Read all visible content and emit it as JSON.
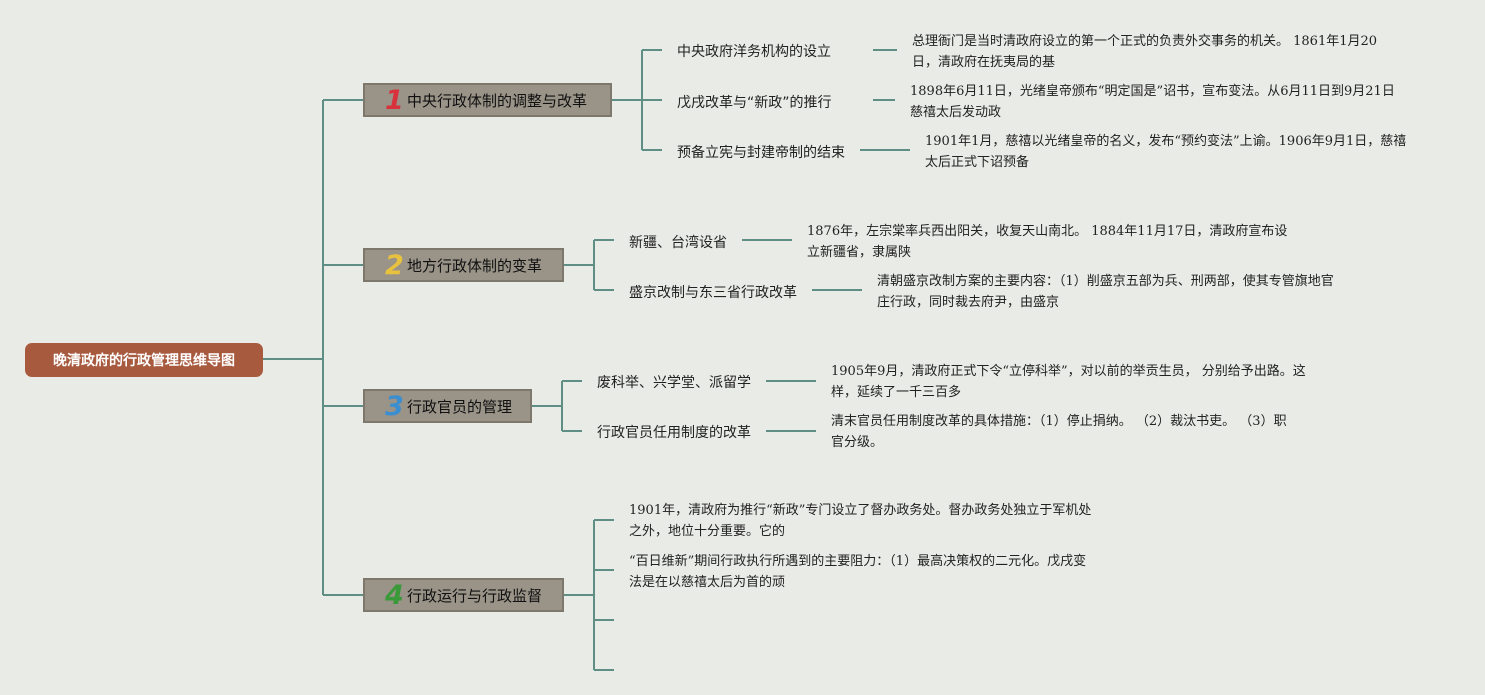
{
  "mindmap": {
    "root": "晚清政府的行政管理思维导图",
    "colors": {
      "line": "#5f8f84",
      "root": "#a85a3e",
      "branch": "#999388"
    },
    "branches": [
      {
        "num": "1",
        "num_color": "#d8333c",
        "title": "中央行政体制的调整与改革",
        "children": [
          {
            "label": "中央政府洋务机构的设立",
            "detail": [
              "总理衙门是当时清政府设立的第一个正式的负责外交事务的机关。 1861年1月20",
              "日，清政府在抚夷局的基"
            ]
          },
          {
            "label": "戊戌改革与“新政”的推行",
            "detail": [
              "1898年6月11日，光绪皇帝颁布“明定国是”诏书，宣布变法。从6月11日到9月21日",
              "慈禧太后发动政"
            ]
          },
          {
            "label": "预备立宪与封建帝制的结束",
            "detail": [
              "1901年1月，慈禧以光绪皇帝的名义，发布“预约变法”上谕。1906年9月1日，慈禧",
              "太后正式下诏预备"
            ]
          }
        ]
      },
      {
        "num": "2",
        "num_color": "#e8c23f",
        "title": "地方行政体制的变革",
        "children": [
          {
            "label": "新疆、台湾设省",
            "detail": [
              "1876年，左宗棠率兵西出阳关，收复天山南北。 1884年11月17日，清政府宣布设",
              "立新疆省，隶属陕"
            ]
          },
          {
            "label": "盛京改制与东三省行政改革",
            "detail": [
              "清朝盛京改制方案的主要内容：（1）削盛京五部为兵、刑两部，使其专管旗地官",
              "庄行政，同时裁去府尹，由盛京"
            ]
          }
        ]
      },
      {
        "num": "3",
        "num_color": "#3b8ed0",
        "title": "行政官员的管理",
        "children": [
          {
            "label": "废科举、兴学堂、派留学",
            "detail": [
              "1905年9月，清政府正式下令“立停科举”，对以前的举贡生员， 分别给予出路。这",
              "样，延续了一千三百多"
            ]
          },
          {
            "label": "行政官员任用制度的改革",
            "detail": [
              "清末官员任用制度改革的具体措施：（1）停止捐纳。 （2）裁汰书吏。 （3）职",
              "官分级。"
            ]
          }
        ]
      },
      {
        "num": "4",
        "num_color": "#3a9a3a",
        "title": "行政运行与行政监督",
        "items": [
          [
            "1901年，清政府为推行“新政”专门设立了督办政务处。督办政务处独立于军机处",
            "之外，地位十分重要。它的"
          ],
          [
            "“百日维新”期间行政执行所遇到的主要阻力：（1）最高决策权的二元化。戊戌变",
            "法是在以慈禧太后为首的顽"
          ]
        ]
      }
    ]
  }
}
